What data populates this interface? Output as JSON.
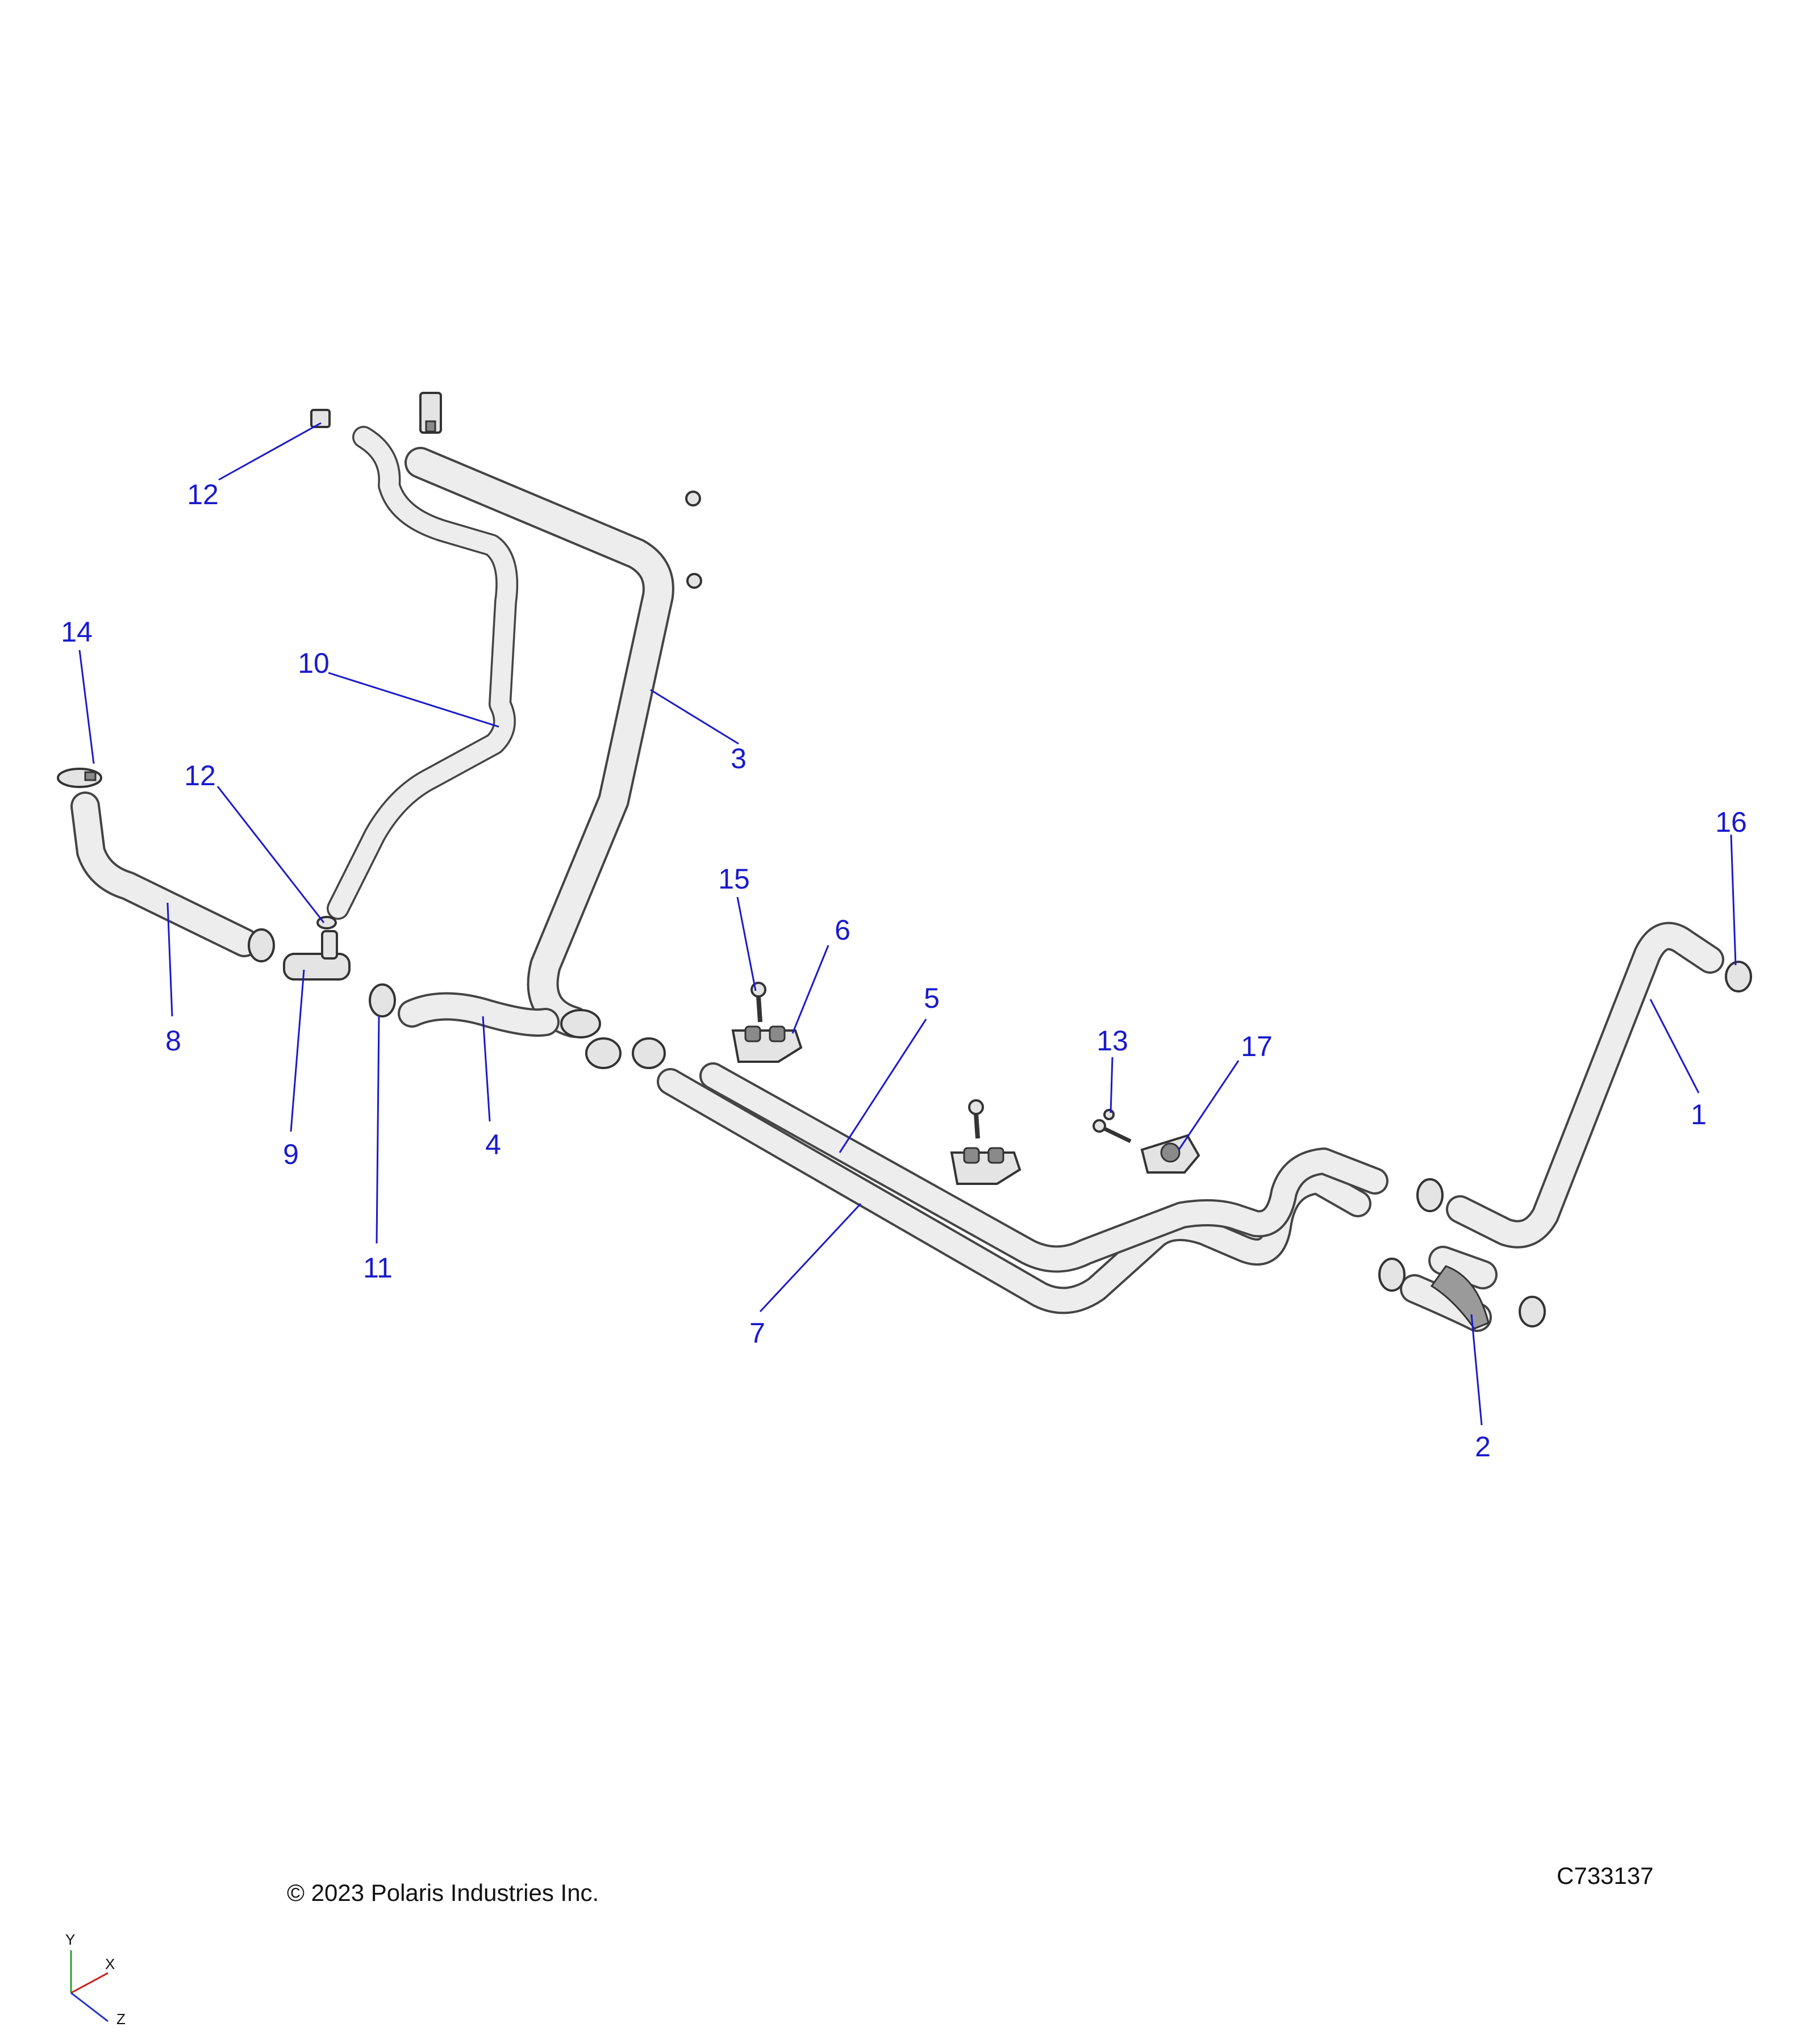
{
  "callouts": [
    "1",
    "2",
    "3",
    "4",
    "5",
    "6",
    "7",
    "8",
    "9",
    "10",
    "11",
    "12",
    "12",
    "13",
    "14",
    "15",
    "16",
    "17"
  ],
  "footer": {
    "copyright": "© 2023 Polaris Industries Inc.",
    "drawing_number": "C733137"
  },
  "axes": {
    "x": "X",
    "y": "Y",
    "z": "Z"
  },
  "colors": {
    "callout": "#1a1acc",
    "outline": "#333333",
    "pipe_fill": "#ededed"
  }
}
